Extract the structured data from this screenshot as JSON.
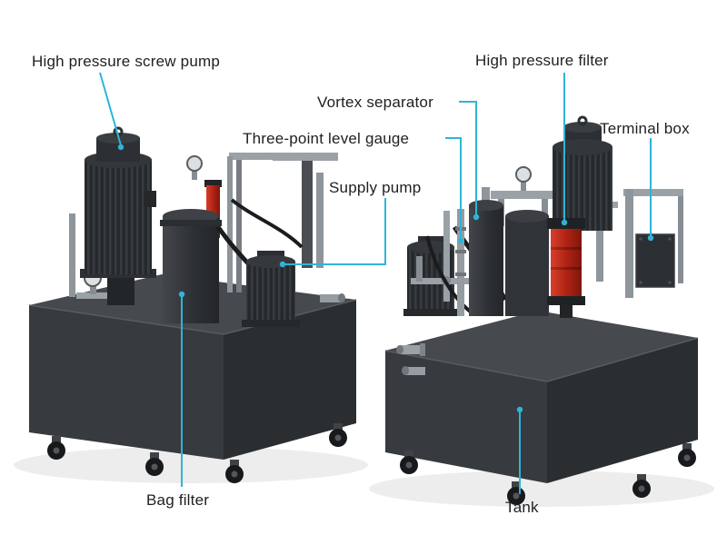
{
  "labels": {
    "screw_pump": "High pressure screw pump",
    "hp_filter": "High pressure filter",
    "vortex": "Vortex separator",
    "level_gauge": "Three-point level gauge",
    "supply_pump": "Supply pump",
    "terminal_box": "Terminal box",
    "bag_filter": "Bag filter",
    "tank": "Tank"
  },
  "colors": {
    "leader_line": "#2fb4d8",
    "machine_dark": "#35383b",
    "machine_top": "#46494d",
    "filter_red": "#c22a1a",
    "pipe_silver": "#9aa1a7",
    "label_text": "#1d1f21",
    "background": "#ffffff"
  }
}
